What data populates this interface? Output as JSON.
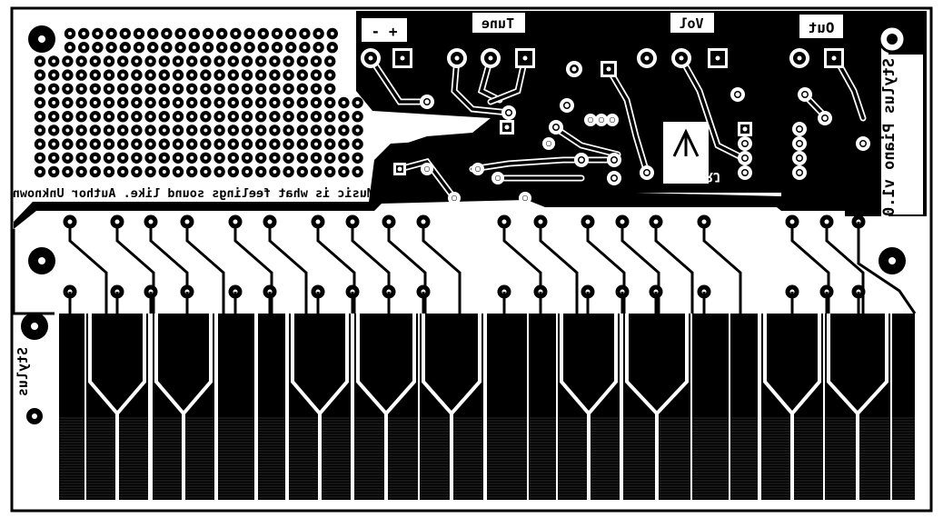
{
  "board": {
    "labels": {
      "polarity": "- +",
      "tune": "Tune",
      "vol": "Vol",
      "out": "Out",
      "title": "Stylus Piano v1.0",
      "quote": "Music is what feelings sound like.  Author Unknown",
      "stylus": "Stylus",
      "designer": "DRJ"
    },
    "colors": {
      "copper": "#000000",
      "substrate": "#ffffff"
    },
    "key_count": 18
  }
}
